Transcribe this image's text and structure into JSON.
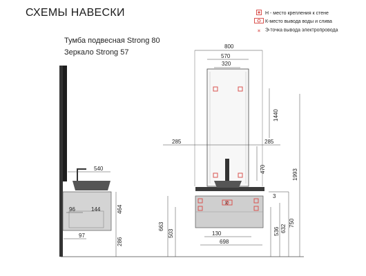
{
  "title": "СХЕМЫ НАВЕСКИ",
  "subtitle_1": "Тумба подвесная Strong 80",
  "subtitle_2": "Зеркало Strong 57",
  "legend": [
    {
      "icon": "mounting-point-icon",
      "text": "Н - место крепления к стене"
    },
    {
      "icon": "water-outlet-icon",
      "text": "К-место вывода воды и слива"
    },
    {
      "icon": "electric-outlet-icon",
      "text": "Э-точка вывода электропровода"
    }
  ],
  "dimensions": {
    "top_width": "800",
    "mirror_width": "570",
    "mirror_inner": "320",
    "mirror_height": "1440",
    "left_offset": "285",
    "right_offset": "285",
    "drain_height": "470",
    "overall_height": "1993",
    "side_depth": "540",
    "side_96": "96",
    "side_144": "144",
    "side_464": "464",
    "side_97": "97",
    "side_286": "286",
    "front_663": "663",
    "front_503": "503",
    "front_130": "130",
    "front_698": "698",
    "right_3": "3",
    "right_536": "536",
    "right_632": "632",
    "right_750": "750",
    "k_label": "К"
  },
  "colors": {
    "line": "#444444",
    "marker": "#d9534f",
    "cabinet": "#cfcfcf"
  }
}
